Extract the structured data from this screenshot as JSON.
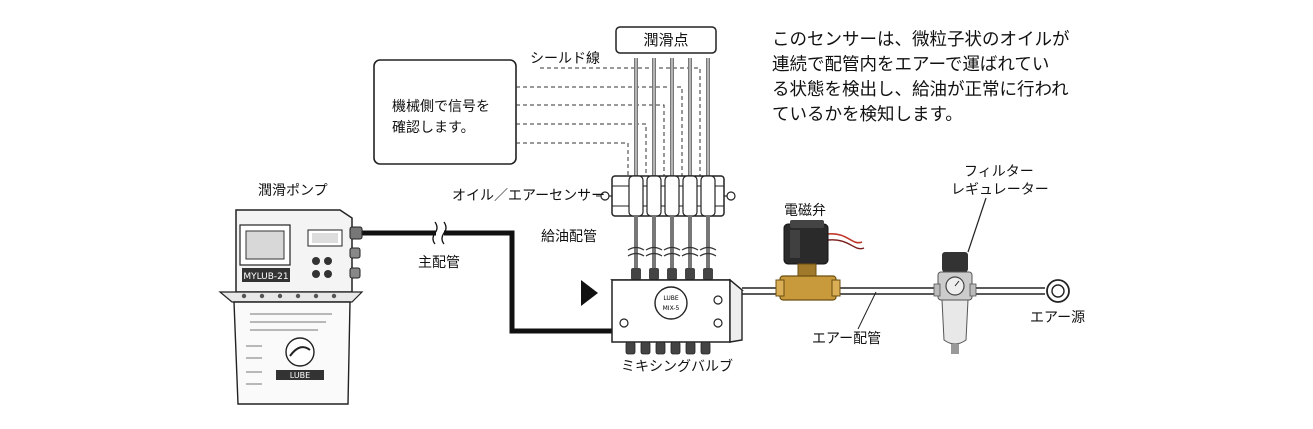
{
  "description_lines": [
    "このセンサーは、微粒子状のオイルが",
    "連続で配管内をエアーで運ばれてい",
    "る状態を検出し、給油が正常に行われ",
    "ているかを検知します。"
  ],
  "signal_box_lines": [
    "機械側で信号を",
    "確認します。"
  ],
  "labels": {
    "lubrication_point": "潤滑点",
    "shield_wire": "シールド線",
    "oil_air_sensor": "オイル／エアーセンサー",
    "oil_supply_pipe": "給油配管",
    "lube_pump": "潤滑ポンプ",
    "main_pipe": "主配管",
    "mixing_valve": "ミキシングバルブ",
    "solenoid_valve": "電磁弁",
    "filter_regulator_line1": "フィルター",
    "filter_regulator_line2": "レギュレーター",
    "air_pipe": "エアー配管",
    "air_source": "エアー源"
  },
  "device_markings": {
    "pump_model": "MYLUB-21",
    "pump_brand": "LUBE",
    "valve_brand": "LUBE",
    "valve_model": "MIX-5"
  }
}
